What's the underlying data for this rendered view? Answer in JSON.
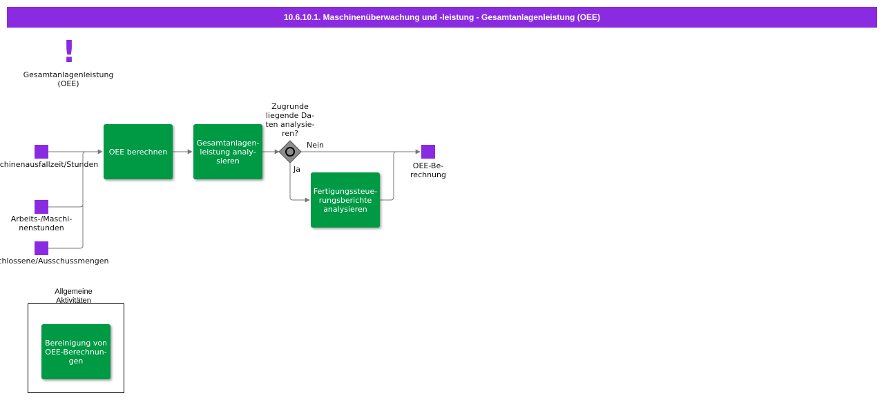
{
  "header": {
    "title": "10.6.10.1. Maschinenüberwachung und -leistung - Gesamtanlagenleistung (OEE)"
  },
  "milestone": {
    "icon": "exclamation-icon",
    "symbol": "!",
    "label": "Gesamtanlagenleistung\n(OEE)"
  },
  "inputs": [
    {
      "label": "Maschinenausfallzeit/Stunden"
    },
    {
      "label": "Arbeits-/Maschi-\nnenstunden"
    },
    {
      "label": "Abgeschlossene/Ausschussmengen"
    }
  ],
  "tasks": {
    "oee_berechnen": "OEE berechnen",
    "gesamtanlagenleistung": "Gesamtanlagen-\nleistung analy-\nsieren",
    "fertigungssteuerung": "Fertigungssteue-\nrungsberichte\nanalysieren",
    "bereinigung": "Bereinigung von\nOEE-Berechnun-\ngen"
  },
  "gateway": {
    "question": "Zugrunde\nliegende Da-\nten analysie-\nren?",
    "yes_label": "Ja",
    "no_label": "Nein"
  },
  "output": {
    "label": "OEE-Be-\nrechnung"
  },
  "group": {
    "title": "Allgemeine\nAktivitäten"
  },
  "colors": {
    "header": "#8a2be2",
    "event": "#8a2be2",
    "task": "#009944",
    "connector": "#777777",
    "gateway": "#8c8c8c"
  }
}
